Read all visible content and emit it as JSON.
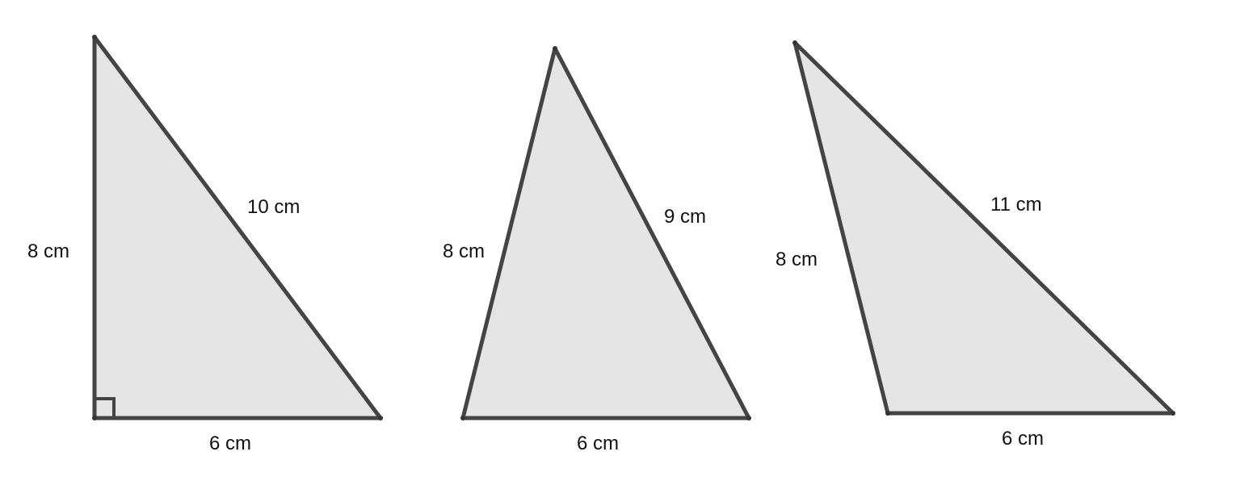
{
  "figures": [
    {
      "id": "triangle-right",
      "labels": {
        "left_side": "8 cm",
        "hypotenuse": "10 cm",
        "base": "6 cm"
      },
      "right_angle_marker": true
    },
    {
      "id": "triangle-acute",
      "labels": {
        "left_side": "8 cm",
        "right_side": "9 cm",
        "base": "6 cm"
      },
      "right_angle_marker": false
    },
    {
      "id": "triangle-obtuse",
      "labels": {
        "left_side": "8 cm",
        "long_side": "11 cm",
        "base": "6 cm"
      },
      "right_angle_marker": false
    }
  ],
  "colors": {
    "fill": "#e5e5e5",
    "stroke": "#444444",
    "text": "#111111"
  }
}
